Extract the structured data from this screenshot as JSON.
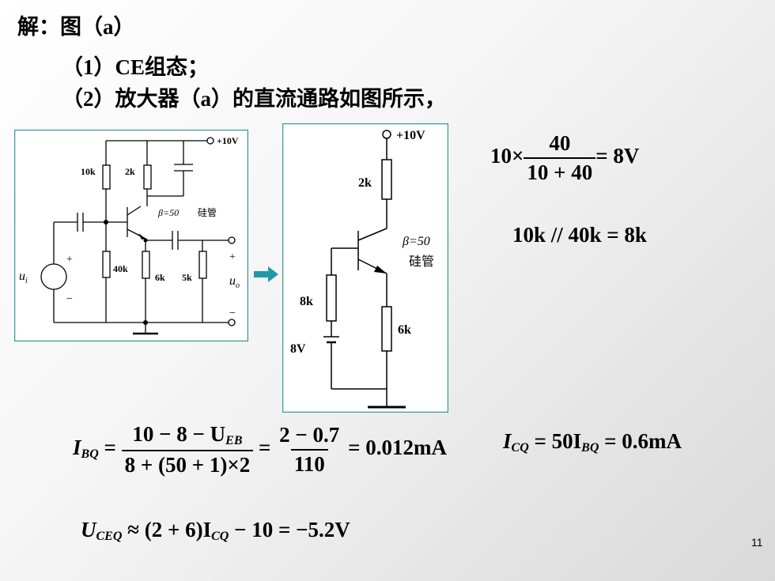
{
  "heading": "解：图（a）",
  "lines": [
    "（1）CE组态；",
    "（2）放大器（a）的直流通路如图所示，"
  ],
  "circuit_a": {
    "supply": "+10V",
    "r1": "10k",
    "rc": "2k",
    "r2": "40k",
    "re": "6k",
    "rl": "5k",
    "beta": "β=50",
    "type": "硅管",
    "input": "u",
    "input_sub": "i",
    "output": "u",
    "output_sub": "o",
    "plus": "+",
    "minus": "−"
  },
  "circuit_b": {
    "supply": "+10V",
    "rc": "2k",
    "beta": "β=50",
    "type": "硅管",
    "rb": "8k",
    "vb": "8V",
    "re": "6k"
  },
  "eq_divider": {
    "lhs": "10×",
    "num": "40",
    "den": "10 + 40",
    "rhs": "= 8V"
  },
  "eq_parallel": "10k // 40k = 8k",
  "eq_ibq": {
    "lhs": "I",
    "lhs_sub": "BQ",
    "eq": "=",
    "n1": "10 − 8 − U",
    "n1_sub": "EB",
    "d1": "8 + (50 + 1)×2",
    "n2": "2 − 0.7",
    "d2": "110",
    "rhs": "= 0.012mA"
  },
  "eq_icq": {
    "a": "I",
    "a_sub": "CQ",
    "b": "= 50I",
    "b_sub": "BQ",
    "c": "= 0.6mA"
  },
  "eq_uceq": {
    "a": "U",
    "a_sub": "CEQ",
    "b": "≈ (2 + 6)I",
    "b_sub": "CQ",
    "c": "− 10 = −5.2V"
  },
  "page_number": "11"
}
